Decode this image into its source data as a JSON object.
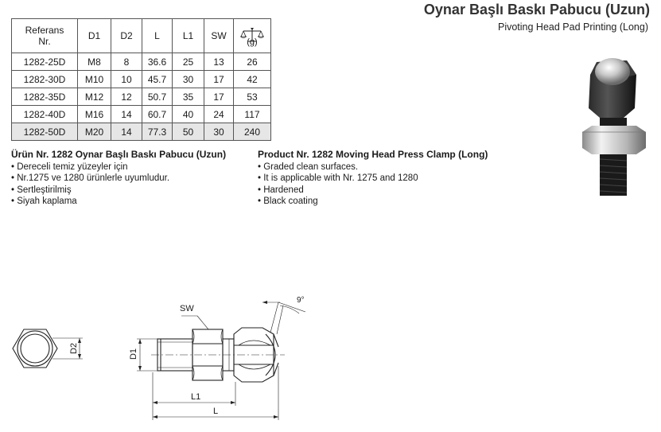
{
  "header": {
    "title": "Oynar Başlı Baskı Pabucu (Uzun)",
    "subtitle": "Pivoting Head Pad Printing (Long)"
  },
  "table": {
    "headers": {
      "ref_line1": "Referans",
      "ref_line2": "Nr.",
      "d1": "D1",
      "d2": "D2",
      "l": "L",
      "l1": "L1",
      "sw": "SW",
      "weight_unit": "(g)"
    },
    "rows": [
      {
        "ref": "1282-25D",
        "d1": "M8",
        "d2": "8",
        "l": "36.6",
        "l1": "25",
        "sw": "13",
        "g": "26"
      },
      {
        "ref": "1282-30D",
        "d1": "M10",
        "d2": "10",
        "l": "45.7",
        "l1": "30",
        "sw": "17",
        "g": "42"
      },
      {
        "ref": "1282-35D",
        "d1": "M12",
        "d2": "12",
        "l": "50.7",
        "l1": "35",
        "sw": "17",
        "g": "53"
      },
      {
        "ref": "1282-40D",
        "d1": "M16",
        "d2": "14",
        "l": "60.7",
        "l1": "40",
        "sw": "24",
        "g": "117"
      },
      {
        "ref": "1282-50D",
        "d1": "M20",
        "d2": "14",
        "l": "77.3",
        "l1": "50",
        "sw": "30",
        "g": "240"
      }
    ]
  },
  "tr": {
    "title": "Ürün Nr. 1282 Oynar Başlı Baskı Pabucu (Uzun)",
    "items": [
      "Dereceli temiz yüzeyler için",
      "Nr.1275 ve 1280 ürünlerle uyumludur.",
      "Sertleştirilmiş",
      "Siyah kaplama"
    ]
  },
  "en": {
    "title": "Product Nr. 1282 Moving Head Press Clamp (Long)",
    "items": [
      "Graded clean surfaces.",
      "It is applicable with Nr. 1275 and 1280",
      "Hardened",
      "Black coating"
    ]
  },
  "drawing": {
    "sw": "SW",
    "d1": "D1",
    "d2": "D2",
    "l1": "L1",
    "l": "L",
    "angle": "9°"
  }
}
